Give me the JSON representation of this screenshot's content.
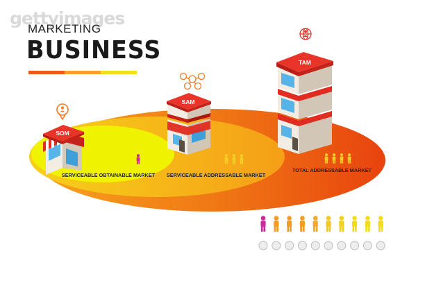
{
  "watermark": "gettyimages",
  "header": {
    "kicker": "MARKETING",
    "title": "BUSINESS",
    "underline_colors": [
      "#f05a22",
      "#f7a22b",
      "#f7dd1c"
    ]
  },
  "markets": [
    {
      "badge": "SOM",
      "label": "SERVICEABLE OBTAINABLE MARKET",
      "color": "#eff200",
      "icon": "person-pin-icon",
      "people": 1
    },
    {
      "badge": "SAM",
      "label": "SERVICEABLE ADDRESSABLE MARKET",
      "color": "#f7b313",
      "icon": "people-network-icon",
      "people": 3
    },
    {
      "badge": "TAM",
      "label": "TOTAL ADDRESSABLE MARKET",
      "color": "#ef5a12",
      "icon": "globe-person-icon",
      "people": 4
    }
  ],
  "people_chart": {
    "colors": [
      "#cc2a9a",
      "#f39b22",
      "#f39b22",
      "#f39b22",
      "#f3a826",
      "#f2c52a",
      "#f2d21e",
      "#f2dc1e",
      "#f2dc1e",
      "#f2dc1e"
    ],
    "circle_labels": [
      "",
      "",
      "",
      "",
      "",
      "",
      "",
      "",
      "",
      ""
    ]
  },
  "colors": {
    "roof": "#e32d20",
    "wall": "#f3ece2",
    "wall_shade": "#cfc4b6",
    "window": "#56b4e8",
    "person_yellow": "#f2cf24",
    "person_magenta": "#cc2a9a"
  }
}
